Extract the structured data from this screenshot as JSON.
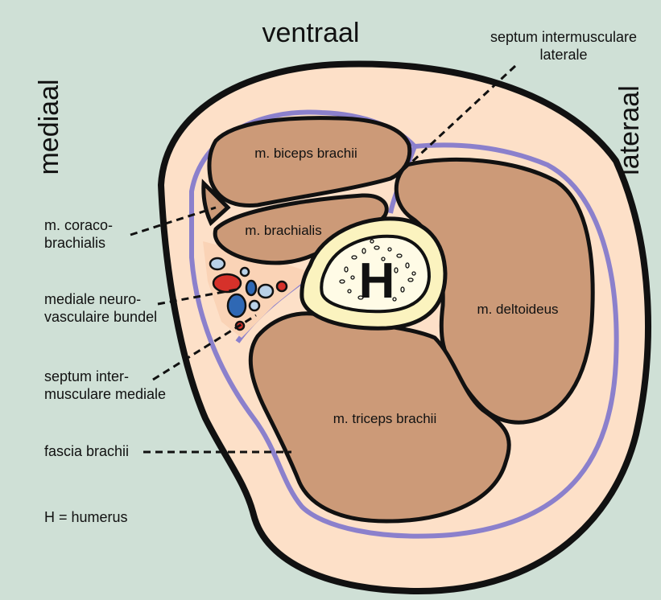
{
  "orientation": {
    "ventral": "ventraal",
    "medial": "mediaal",
    "lateral": "lateraal"
  },
  "labels": {
    "septum_laterale": [
      "septum intermusculare",
      "laterale"
    ],
    "coracobrachialis": [
      "m. coraco-",
      "brachialis"
    ],
    "neurovascular_bundle": [
      "mediale neuro-",
      "vasculaire bundel"
    ],
    "septum_mediale": [
      "septum inter-",
      "musculare mediale"
    ],
    "fascia": "fascia brachii",
    "legend": "H = humerus"
  },
  "muscles": {
    "biceps": "m. biceps brachii",
    "brachialis": "m. brachialis",
    "deltoideus": "m. deltoideus",
    "triceps": "m. triceps brachii"
  },
  "bone": {
    "letter": "H"
  },
  "colors": {
    "background": "#cfe0d6",
    "skin": "#fde0c8",
    "fascia": "#8b80cc",
    "muscle": "#cc9a78",
    "bone_cortex": "#fbf3bf",
    "bone_marrow": "#fffbe6",
    "artery": "#d6312a",
    "vein": "#2f68b4",
    "nerve": "#b9d1e8"
  }
}
